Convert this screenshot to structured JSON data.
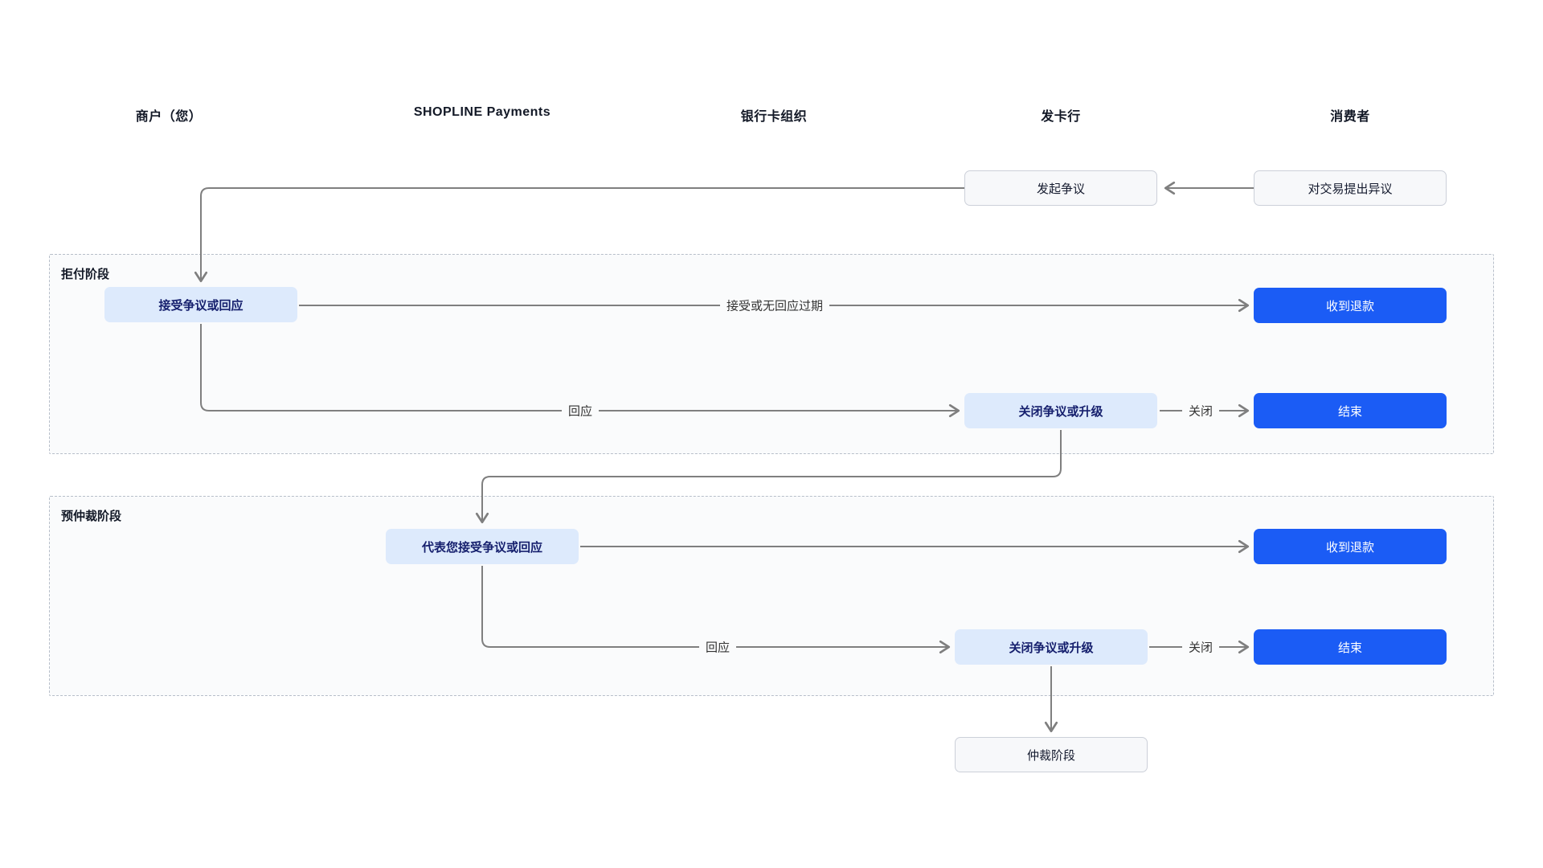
{
  "lanes": {
    "merchant": "商户（您）",
    "shopline": "SHOPLINE Payments",
    "card_org": "银行卡组织",
    "issuer": "发卡行",
    "consumer": "消费者"
  },
  "intro": {
    "initiate_dispute": "发起争议",
    "raise_objection": "对交易提出异议"
  },
  "chargeback_phase": {
    "title": "拒付阶段",
    "accept_or_respond": "接受争议或回应",
    "refund_received": "收到退款",
    "close_or_escalate": "关闭争议或升级",
    "end": "结束",
    "edge_accept_or_expire": "接受或无回应过期",
    "edge_respond": "回应",
    "edge_close": "关闭"
  },
  "prearbitration_phase": {
    "title": "预仲裁阶段",
    "accept_on_behalf": "代表您接受争议或回应",
    "refund_received": "收到退款",
    "close_or_escalate": "关闭争议或升级",
    "end": "结束",
    "edge_respond": "回应",
    "edge_close": "关闭"
  },
  "arbitration": {
    "label": "仲裁阶段"
  },
  "colors": {
    "primary_blue": "#1b5cf5",
    "soft_blue_bg": "#ddeafc",
    "soft_blue_text": "#151f6d",
    "plain_node_bg": "#f7f8fa",
    "plain_node_border": "#ccd0d9",
    "edge_gray": "#7f7f7f",
    "phase_border": "#b7bec9",
    "phase_bg": "#fafbfc"
  }
}
